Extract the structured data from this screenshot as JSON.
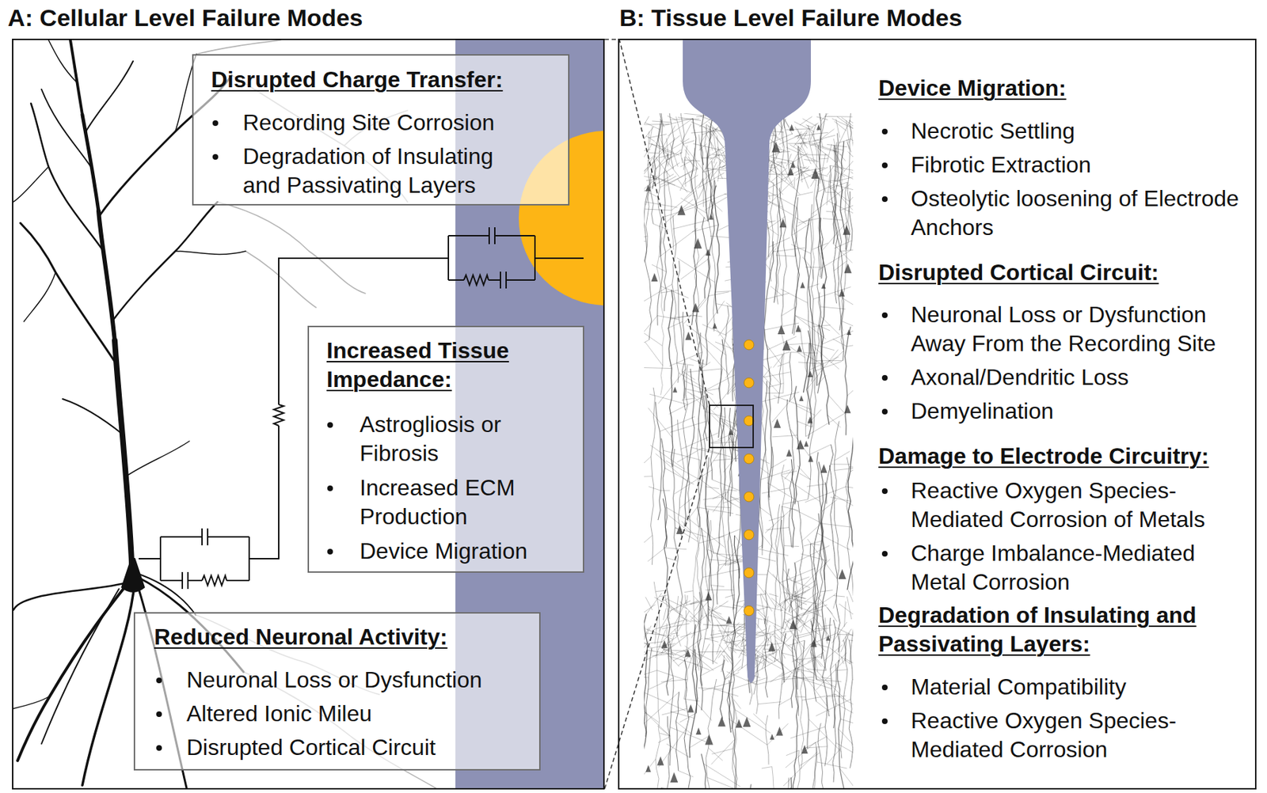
{
  "diagram": {
    "nodes": [
      {
        "text": [
          "A: Cellular Level Failure Modes"
        ]
      },
      {
        "text": [
          "Disrupted Charge Transfer:",
          "Recording Site Corrosion",
          "Degradation of Insulating and Passivating Layers"
        ],
        "in": 0
      },
      {
        "text": [
          "Increased Tissue Impedance:",
          "Astrogliosis or Fibrosis",
          "Increased ECM Production",
          "Device Migration"
        ],
        "in": 0
      },
      {
        "text": [
          "Reduced Neuronal Activity:",
          "Neuronal Loss or Dysfunction",
          "Altered Ionic Mileu",
          "Disrupted Cortical Circuit"
        ],
        "in": 0
      },
      {
        "text": [
          "B: Tissue Level Failure Modes",
          "Device Migration:",
          "Necrotic Settling",
          "Fibrotic Extraction",
          "Osteolytic loosening of Electrode Anchors",
          "Disrupted Cortical Circuit:",
          "Neuronal Loss or Dysfunction Away From the Recording Site",
          "Axonal/Dendritic Loss",
          "Demyelination",
          "Damage to Electrode Circuitry:",
          "Reactive Oxygen Species-Mediated Corrosion of Metals",
          "Charge Imbalance-Mediated Metal Corrosion",
          "Degradation of Insulating and Passivating Layers:",
          "Material Compatibility",
          "Reactive Oxygen Species-Mediated Corrosion"
        ]
      }
    ]
  }
}
